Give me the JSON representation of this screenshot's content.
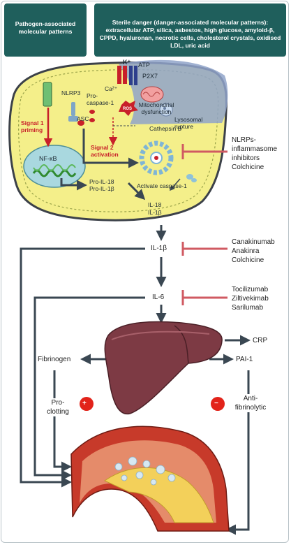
{
  "header": {
    "left": "Pathogen-associated molecular patterns",
    "right": "Sterile danger (danger-associated molecular patterns): extracellular ATP, silica, asbestos, high glucose, amyloid-β, CPPD, hyaluronan, necrotic cells, cholesterol crystals, oxidised LDL, uric acid"
  },
  "cell": {
    "k_ion": "K⁺",
    "atp": "ATP",
    "p2x7": "P2X7",
    "ca_ion": "Ca²⁺",
    "nlrp3": "NLRP3",
    "pro_caspase": "Pro-caspase-1",
    "asc": "ASC",
    "ros": "ROS",
    "mito": "Mitochondrial dysfunction",
    "lysosomal": "Lysosomal rupture",
    "cathepsin": "Cathepsin B",
    "signal1": "Signal 1 priming",
    "signal2": "Signal 2 activation",
    "nfkb": "NF-κB",
    "pro_il18": "Pro-IL-18",
    "pro_il1b": "Pro-IL-1β",
    "active_caspase": "Activate caspase-1",
    "il18": "IL-18",
    "il1b_out": "IL-1β"
  },
  "inhibitors": {
    "nlrp": "NLRPs-inflammasome inhibitors Colchicine",
    "il1": "Canakinumab Anakinra Colchicine",
    "il6": "Tocilizumab Ziltivekimab Sarilumab"
  },
  "cascade": {
    "il1b": "IL-1β",
    "il6": "IL-6",
    "crp": "CRP",
    "pai1": "PAI-1",
    "fibrinogen": "Fibrinogen",
    "proclotting": "Pro-clotting",
    "antifibrinolytic": "Anti-fibrinolytic",
    "plus": "+",
    "minus": "−"
  },
  "colors": {
    "header": "#1f5f5c",
    "arrow": "#3a4752",
    "inhibitor": "#d05a62",
    "signal": "#c8202a"
  }
}
